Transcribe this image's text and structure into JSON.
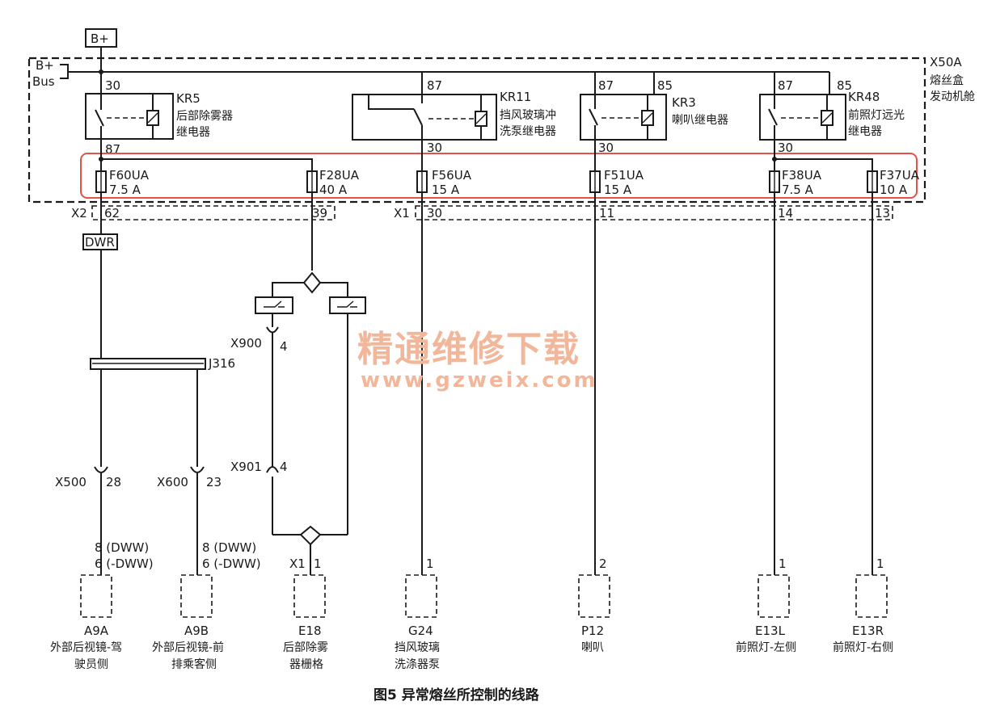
{
  "supply": {
    "label": "B+",
    "bus_top": "B+",
    "bus_bottom": "Bus"
  },
  "fuse_box": {
    "id": "X50A",
    "line1": "熔丝盒",
    "line2": "发动机舱"
  },
  "relays": [
    {
      "id": "KR5",
      "name1": "后部除雾器",
      "name2": "继电器",
      "pin_in": "30",
      "pin_out": "87"
    },
    {
      "id": "KR11",
      "name1": "挡风玻璃冲",
      "name2": "洗泵继电器",
      "pin_in": "87",
      "pin_out": "30"
    },
    {
      "id": "KR3",
      "name1": "喇叭继电器",
      "name2": "",
      "pin_in": "87",
      "pin_coil": "85",
      "pin_out": "30"
    },
    {
      "id": "KR48",
      "name1": "前照灯远光",
      "name2": "继电器",
      "pin_in": "87",
      "pin_coil": "85",
      "pin_out": "30"
    }
  ],
  "fuses": [
    {
      "id": "F60UA",
      "rating": "7.5 A",
      "pin": "62"
    },
    {
      "id": "F28UA",
      "rating": "40 A",
      "pin": "39"
    },
    {
      "id": "F56UA",
      "rating": "15 A",
      "pin": "30"
    },
    {
      "id": "F51UA",
      "rating": "15 A",
      "pin": "11"
    },
    {
      "id": "F38UA",
      "rating": "7.5 A",
      "pin": "14"
    },
    {
      "id": "F37UA",
      "rating": "10 A",
      "pin": "13"
    }
  ],
  "connectors": {
    "x2": "X2",
    "x1_top": "X1",
    "x1_bottom": "X1",
    "dwr": "DWR",
    "j316": "J316",
    "x900": "X900",
    "x900_pin": "4",
    "x901": "X901",
    "x901_pin": "4",
    "x500": "X500",
    "x500_pin": "28",
    "x600": "X600",
    "x600_pin": "23"
  },
  "wire_notes": {
    "a9a_line1": "8 (DWW)",
    "a9a_line2": "6 (-DWW)",
    "a9b_line1": "8 (DWW)",
    "a9b_line2": "6 (-DWW)"
  },
  "loads": [
    {
      "id": "A9A",
      "pin": "",
      "name1": "外部后视镜-驾",
      "name2": "驶员侧"
    },
    {
      "id": "A9B",
      "pin": "",
      "name1": "外部后视镜-前",
      "name2": "排乘客侧"
    },
    {
      "id": "E18",
      "pin": "1",
      "name1": "后部除雾",
      "name2": "器栅格"
    },
    {
      "id": "G24",
      "pin": "1",
      "name1": "挡风玻璃",
      "name2": "洗涤器泵"
    },
    {
      "id": "P12",
      "pin": "2",
      "name1": "喇叭",
      "name2": ""
    },
    {
      "id": "E13L",
      "pin": "1",
      "name1": "前照灯-左侧",
      "name2": ""
    },
    {
      "id": "E13R",
      "pin": "1",
      "name1": "前照灯-右侧",
      "name2": ""
    }
  ],
  "watermark": {
    "line1": "精通维修下载",
    "line2": "www.gzweix.com"
  },
  "caption": "图5  异常熔丝所控制的线路",
  "colors": {
    "wire": "#1a1a1a",
    "highlight": "#e0524a",
    "watermark": "#f2b79a"
  }
}
